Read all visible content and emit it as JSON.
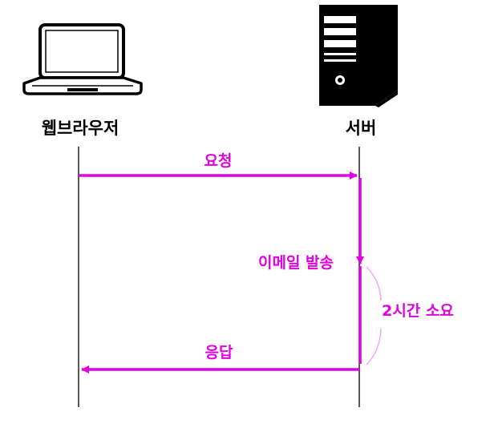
{
  "actors": {
    "browser": {
      "label": "웹브라우저",
      "icon": "laptop-icon"
    },
    "server": {
      "label": "서버",
      "icon": "server-tower-icon"
    }
  },
  "messages": {
    "request": "요청",
    "send_email": "이메일 발송",
    "duration": "2시간 소요",
    "response": "응답"
  },
  "colors": {
    "accent": "#E000E0",
    "lifeline": "#000000",
    "duration_brace": "#F2A7F2"
  }
}
